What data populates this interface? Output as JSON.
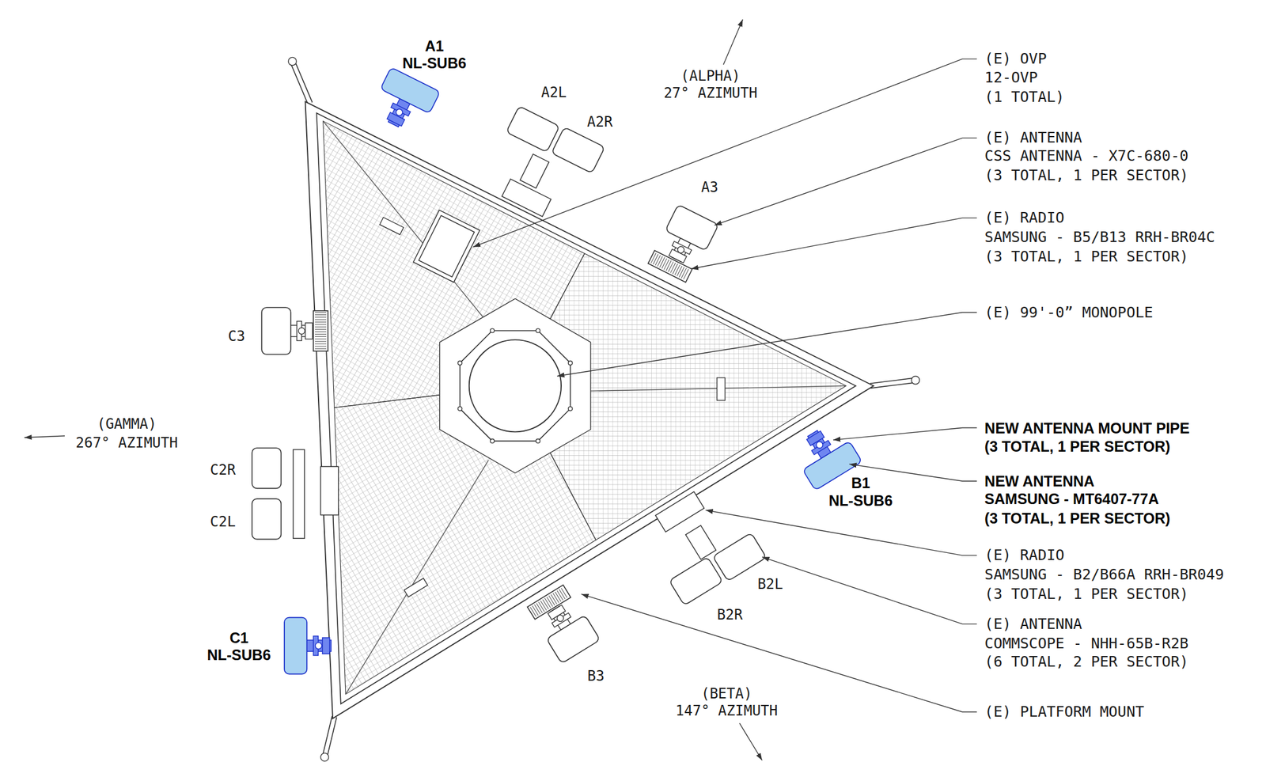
{
  "diagram": {
    "labels": [
      "A1",
      "NL-SUB6",
      "A2L",
      "A2R",
      "A3",
      "(ALPHA)",
      "27° AZIMUTH",
      "C3",
      "C2R",
      "C2L",
      "C1",
      "NL-SUB6",
      "(GAMMA)",
      "267° AZIMUTH",
      "B1",
      "NL-SUB6",
      "B2L",
      "B2R",
      "B3",
      "(BETA)",
      "147° AZIMUTH",
      "(E) OVP",
      "12-OVP",
      "(1 TOTAL)",
      "(E) ANTENNA",
      "CSS ANTENNA - X7C-680-0",
      "(3 TOTAL, 1 PER SECTOR)",
      "(E) RADIO",
      "SAMSUNG - B5/B13 RRH-BR04C",
      "(3 TOTAL, 1 PER SECTOR)",
      "(E) 99'-0” MONOPOLE",
      "NEW ANTENNA MOUNT PIPE",
      "(3 TOTAL, 1 PER SECTOR)",
      "NEW ANTENNA",
      "SAMSUNG - MT6407-77A",
      "(3 TOTAL, 1 PER SECTOR)",
      "(E) RADIO",
      "SAMSUNG - B2/B66A RRH-BR049",
      "(3 TOTAL, 1 PER SECTOR)",
      "(E) ANTENNA",
      "COMMSCOPE - NHH-65B-R2B",
      "(6 TOTAL, 2 PER SECTOR)",
      "(E) PLATFORM MOUNT"
    ]
  }
}
